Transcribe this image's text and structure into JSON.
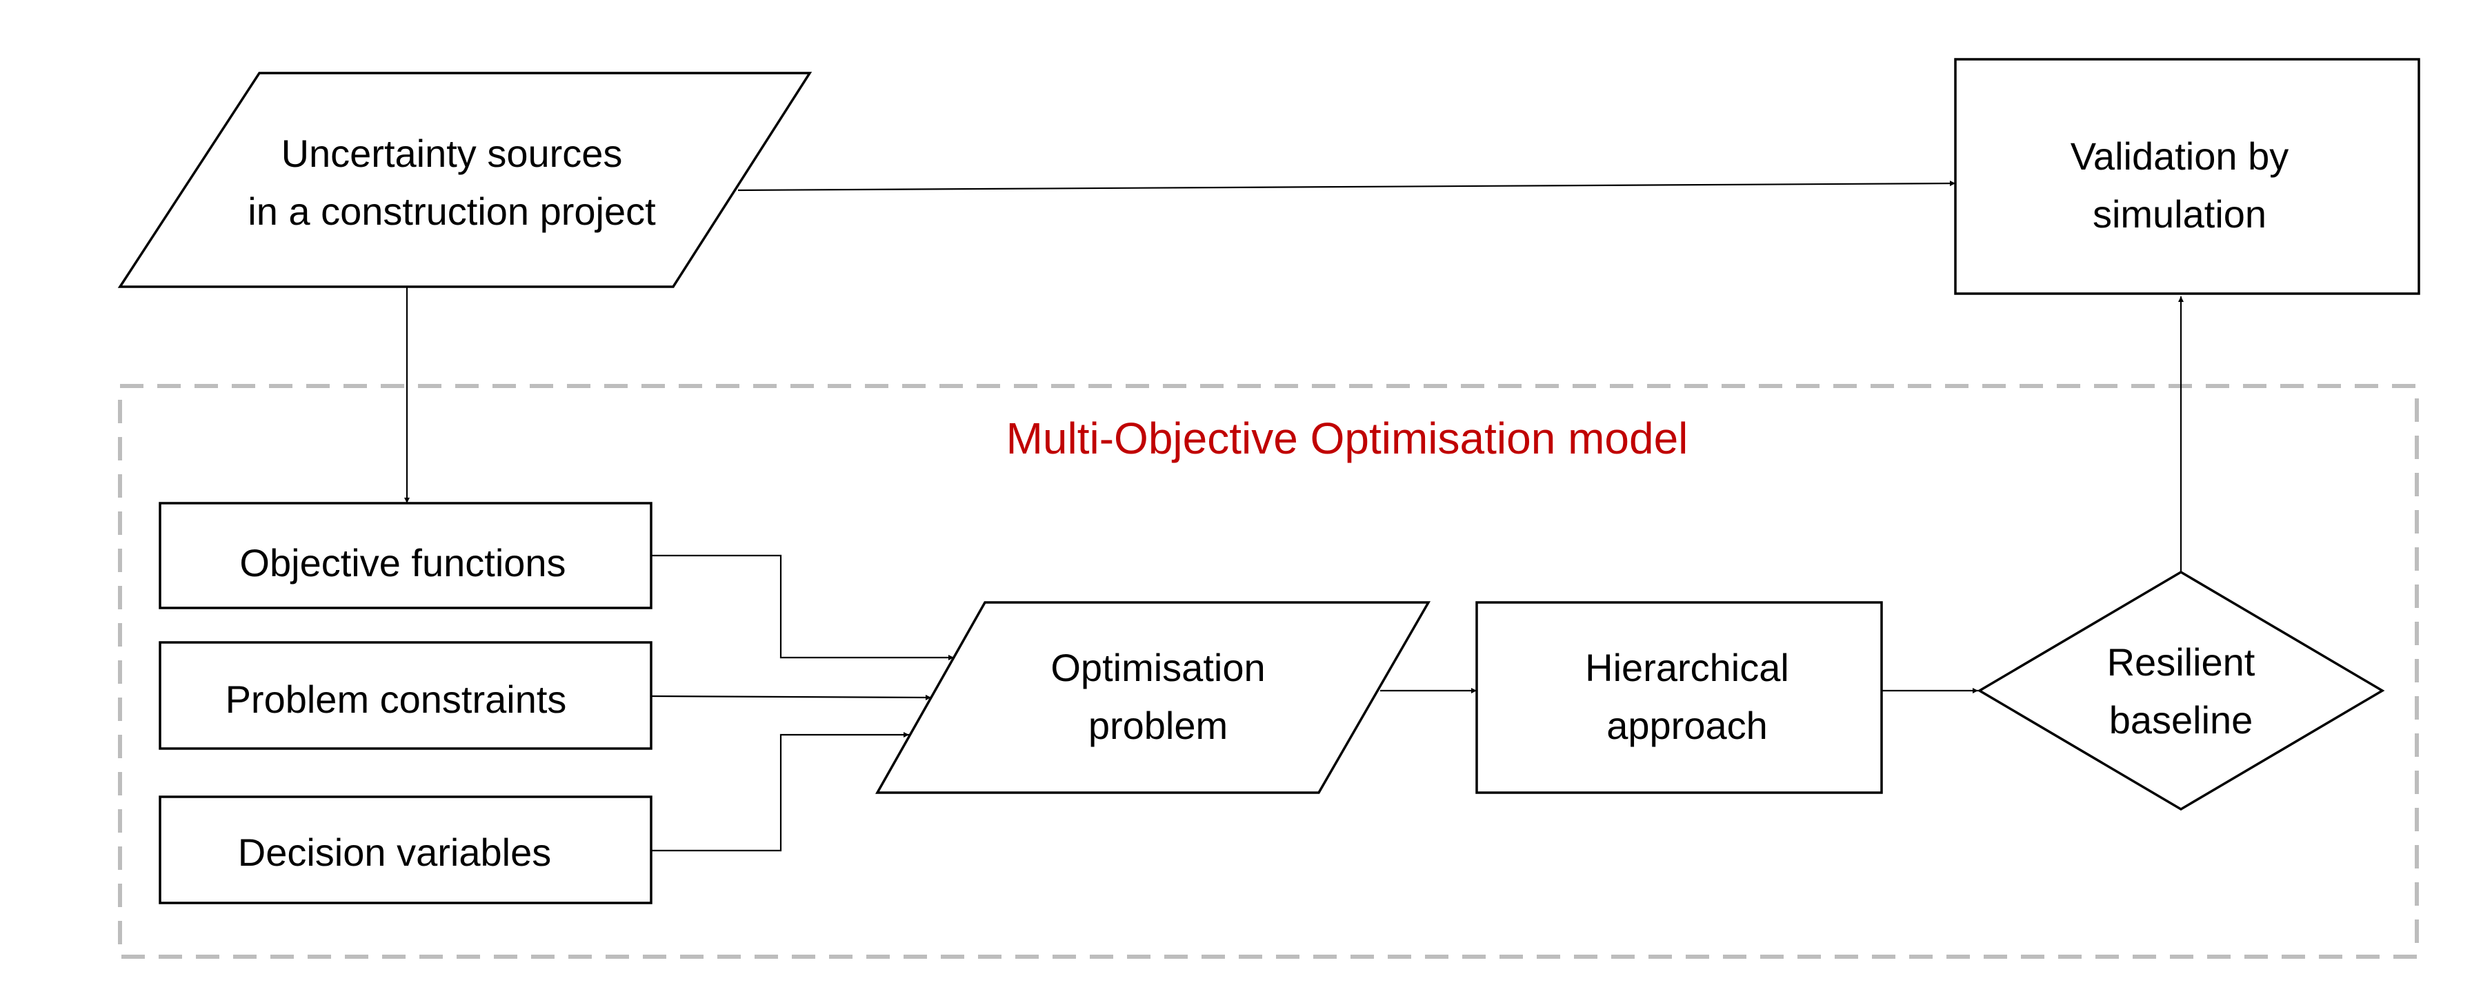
{
  "diagram": {
    "group": {
      "title": "Multi-Objective Optimisation model",
      "title_color": "#c00000"
    },
    "nodes": {
      "uncertainty": {
        "line1": "Uncertainty sources",
        "line2": "in a construction project"
      },
      "validation": {
        "line1": "Validation by",
        "line2": "simulation"
      },
      "objective": {
        "label": "Objective functions"
      },
      "constraints": {
        "label": "Problem constraints"
      },
      "decision": {
        "label": "Decision variables"
      },
      "optimisation": {
        "line1": "Optimisation",
        "line2": "problem"
      },
      "hierarchical": {
        "line1": "Hierarchical",
        "line2": "approach"
      },
      "resilient": {
        "line1": "Resilient",
        "line2": "baseline"
      }
    },
    "colors": {
      "frame": "#bdbdbd",
      "stroke": "#000000"
    }
  }
}
